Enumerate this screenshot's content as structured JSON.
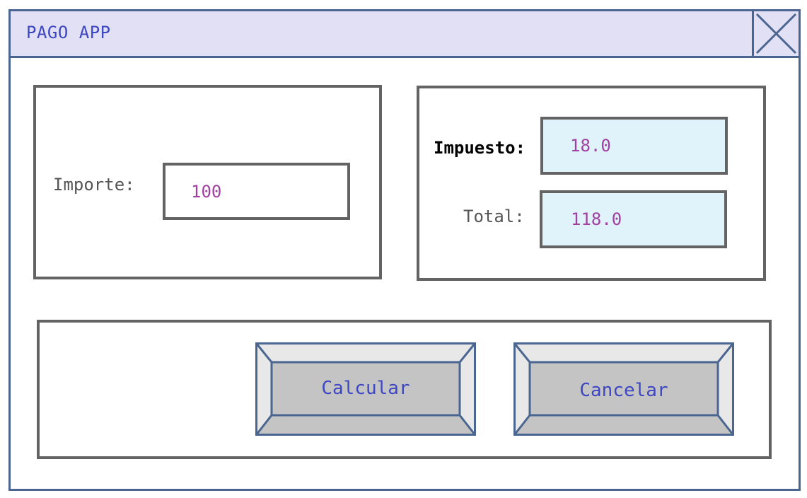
{
  "window": {
    "title": "PAGO APP"
  },
  "input_panel": {
    "importe_label": "Importe:",
    "importe_value": "100"
  },
  "result_panel": {
    "impuesto_label": "Impuesto:",
    "impuesto_value": "18.0",
    "total_label": "Total:",
    "total_value": "118.0"
  },
  "actions": {
    "calcular_label": "Calcular",
    "cancelar_label": "Cancelar"
  },
  "icons": {
    "close": "close-icon"
  },
  "colors": {
    "window_border": "#4a6690",
    "titlebar_bg": "#e2e0f4",
    "title_text": "#3e47c2",
    "value_text": "#a040a0",
    "readonly_field_bg": "#e1f3fa",
    "button_face": "#c4c4c4"
  }
}
